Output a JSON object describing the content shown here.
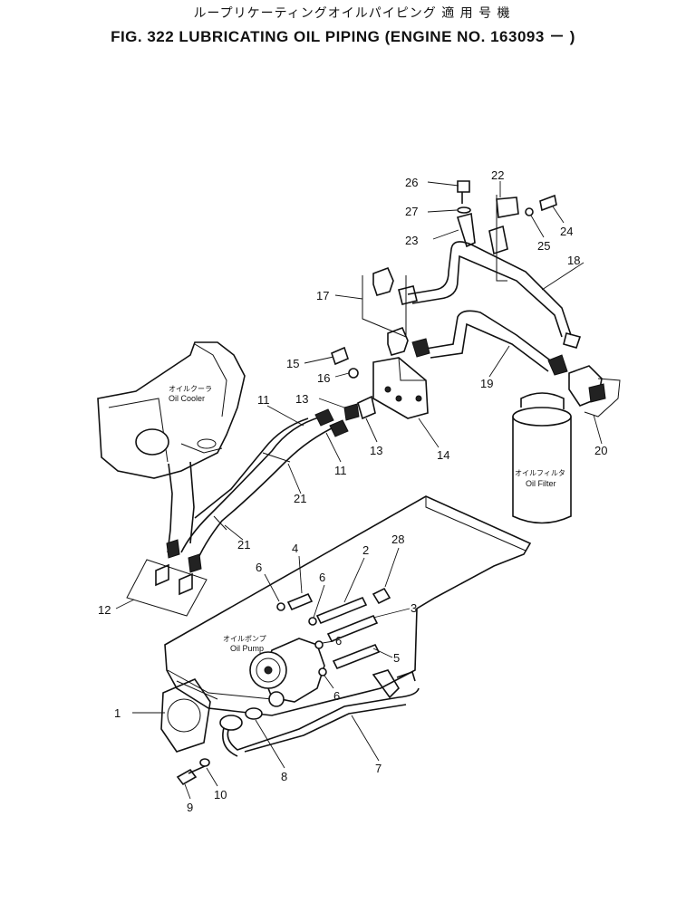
{
  "header": {
    "title_jp": "ループリケーティングオイルパイピング 適 用 号 機",
    "title_en": "FIG. 322  LUBRICATING OIL PIPING (ENGINE NO. 163093 －  )"
  },
  "components": {
    "oil_cooler": {
      "jp": "オイルクーラ",
      "en": "Oil Cooler"
    },
    "oil_filter": {
      "jp": "オイルフィルタ",
      "en": "Oil Filter"
    },
    "oil_pump": {
      "jp": "オイルポンプ",
      "en": "Oil Pump"
    }
  },
  "callouts": {
    "c1": "1",
    "c2": "2",
    "c3": "3",
    "c4": "4",
    "c5": "5",
    "c6a": "6",
    "c6b": "6",
    "c6c": "6",
    "c6d": "6",
    "c7": "7",
    "c8": "8",
    "c9": "9",
    "c10": "10",
    "c11a": "11",
    "c11b": "11",
    "c12": "12",
    "c13a": "13",
    "c13b": "13",
    "c14": "14",
    "c15": "15",
    "c16": "16",
    "c17": "17",
    "c18": "18",
    "c19": "19",
    "c20": "20",
    "c21a": "21",
    "c21b": "21",
    "c22": "22",
    "c23": "23",
    "c24": "24",
    "c25": "25",
    "c26": "26",
    "c27": "27",
    "c28": "28"
  }
}
